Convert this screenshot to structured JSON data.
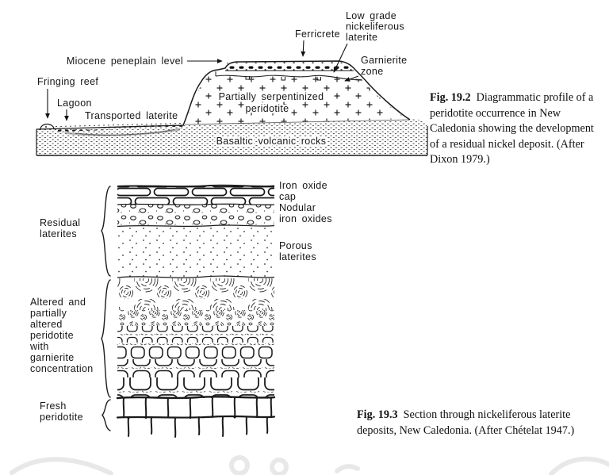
{
  "page": {
    "background": "#ffffff",
    "ink": "#1a1a1a"
  },
  "fig2": {
    "labels": {
      "low_grade": [
        "Low grade",
        "nickeliferous",
        "laterite"
      ],
      "ferricrete": "Ferricrete",
      "garnierite_zone": [
        "Garnierite",
        "zone"
      ],
      "miocene": "Miocene peneplain level",
      "fringing_reef": "Fringing reef",
      "lagoon": "Lagoon",
      "transported_laterite": "Transported laterite",
      "serpentinized": [
        "Partially serpentinized",
        "peridotite"
      ],
      "basaltic": "Basaltic volcanic rocks"
    },
    "caption": {
      "fig_label": "Fig. 19.2",
      "text": "Diagrammatic profile of a peridotite occurrence in New Caledonia showing the development of a residual nickel deposit. (After Dixon 1979.)"
    }
  },
  "fig3": {
    "left_labels": {
      "residual": [
        "Residual",
        "laterites"
      ],
      "altered": [
        "Altered and",
        "partially",
        "altered",
        "peridotite",
        "with",
        "garnierite",
        "concentration"
      ],
      "fresh": [
        "Fresh",
        "peridotite"
      ]
    },
    "right_labels": {
      "cap": [
        "Iron oxide",
        "cap"
      ],
      "nodular": [
        "Nodular",
        "iron oxides"
      ],
      "porous": [
        "Porous",
        "laterites"
      ]
    },
    "caption": {
      "fig_label": "Fig. 19.3",
      "text": "Section through nickeliferous laterite deposits, New Caledonia. (After Chételat 1947.)"
    }
  }
}
